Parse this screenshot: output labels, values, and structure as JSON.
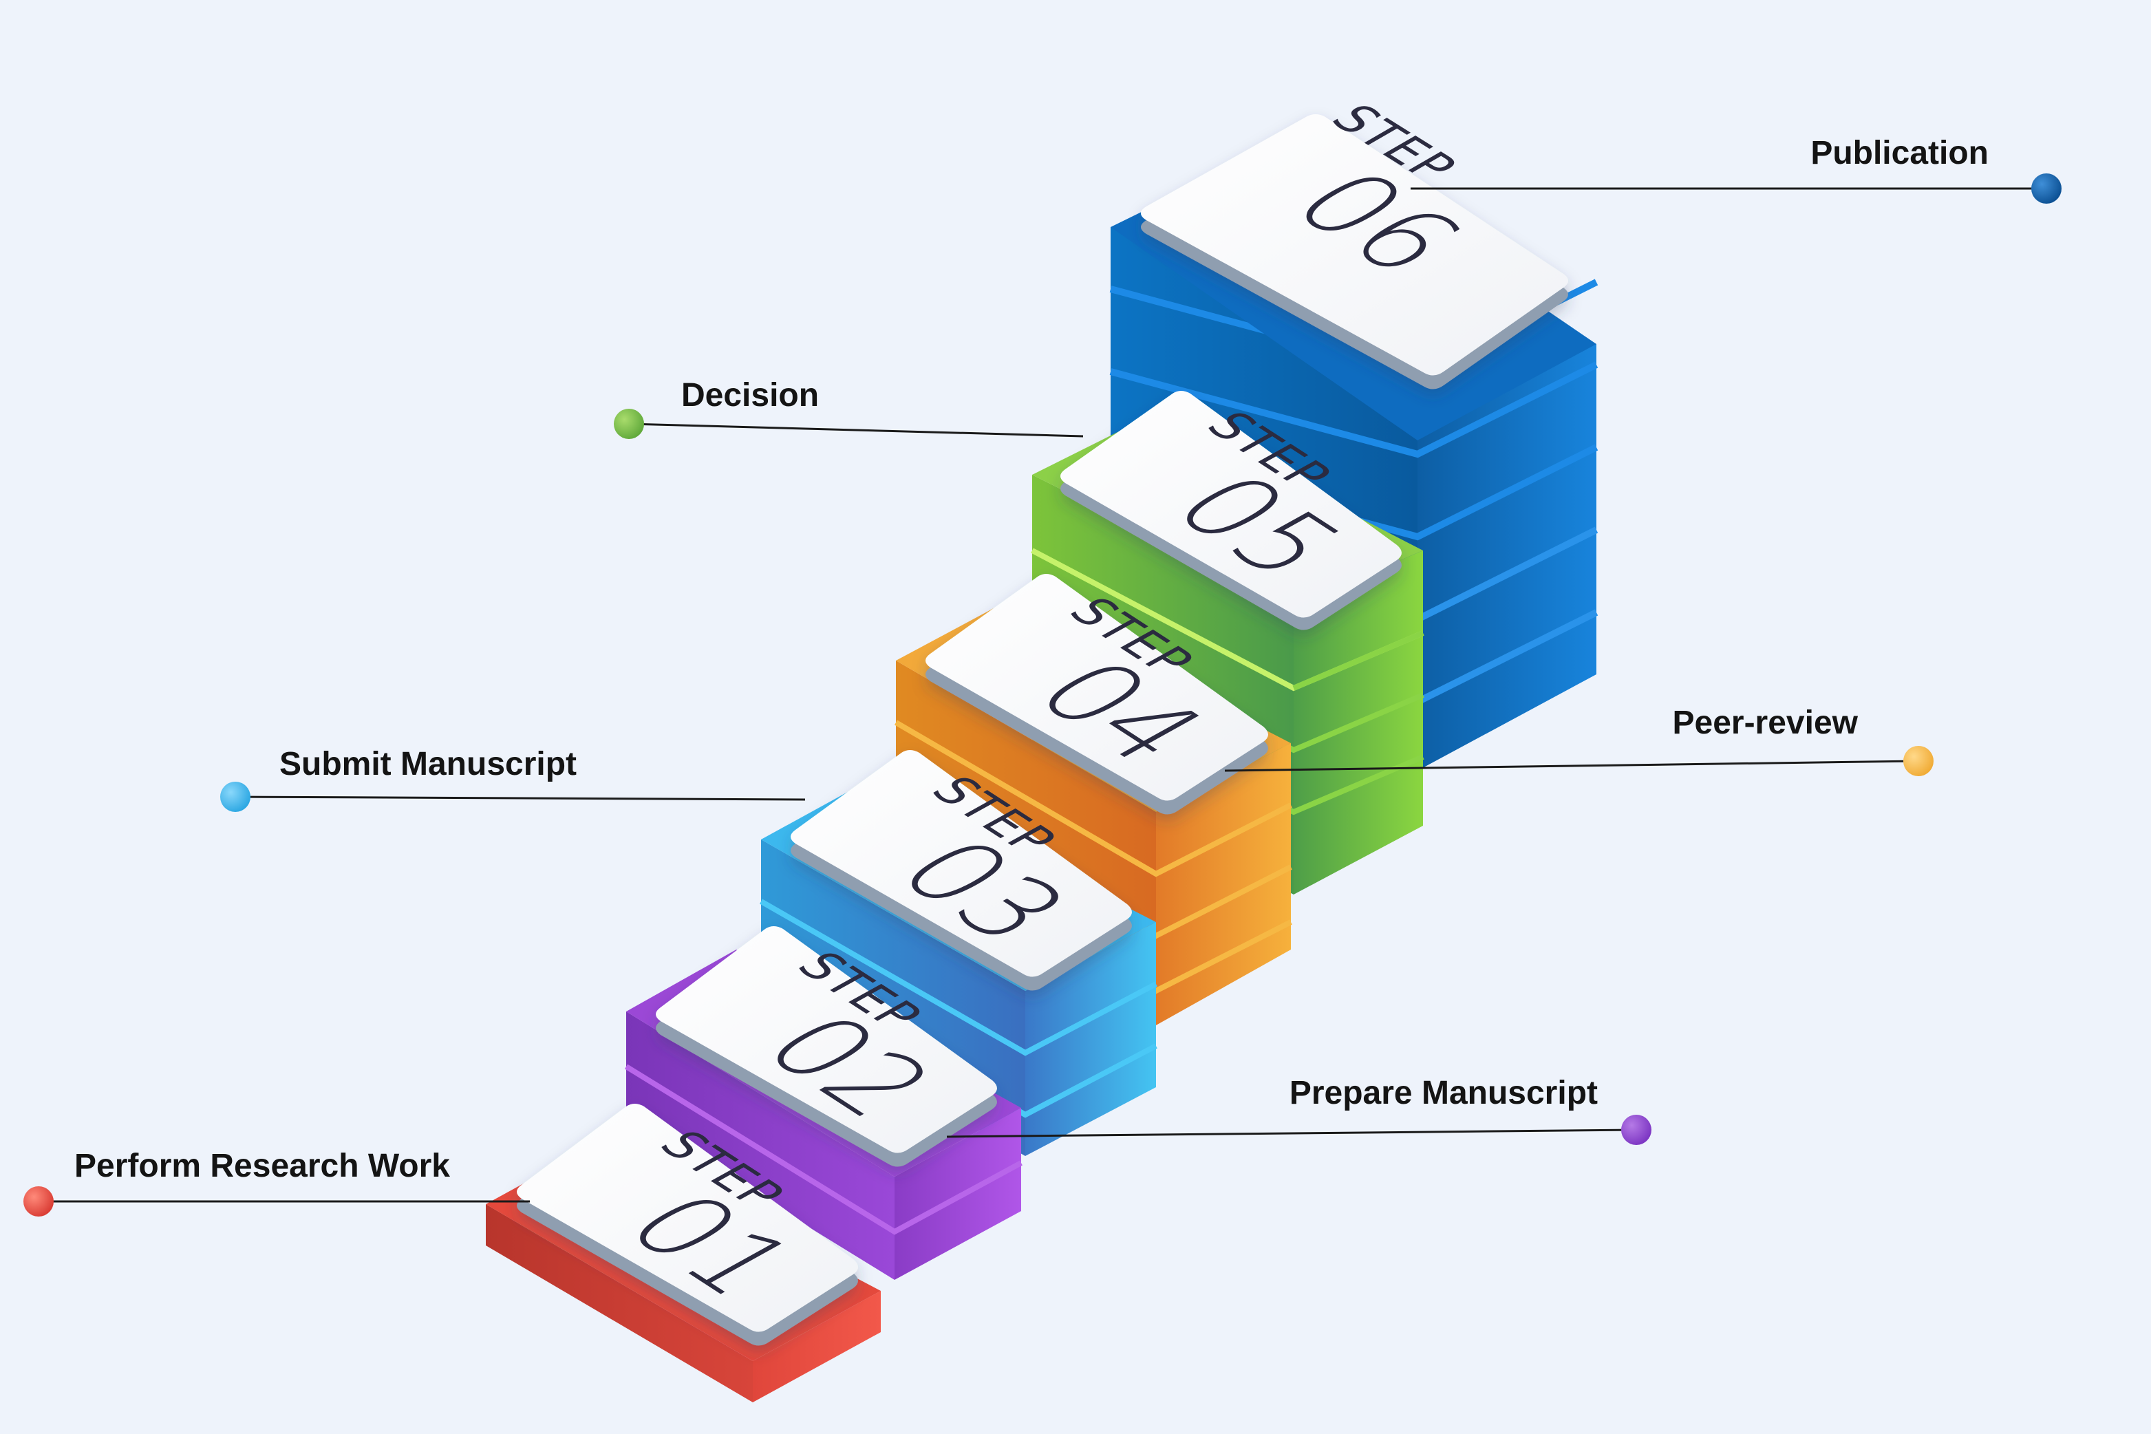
{
  "steps": [
    {
      "word": "STEP",
      "number": "01",
      "label": "Perform Research Work",
      "color": "#e94b3c"
    },
    {
      "word": "STEP",
      "number": "02",
      "label": "Prepare Manuscript",
      "color": "#8e3fd0"
    },
    {
      "word": "STEP",
      "number": "03",
      "label": "Submit Manuscript",
      "color": "#3cb7ea"
    },
    {
      "word": "STEP",
      "number": "04",
      "label": "Peer-review",
      "color": "#f0a32e"
    },
    {
      "word": "STEP",
      "number": "05",
      "label": "Decision",
      "color": "#6ab83c"
    },
    {
      "word": "STEP",
      "number": "06",
      "label": "Publication",
      "color": "#0a5fa8"
    }
  ]
}
